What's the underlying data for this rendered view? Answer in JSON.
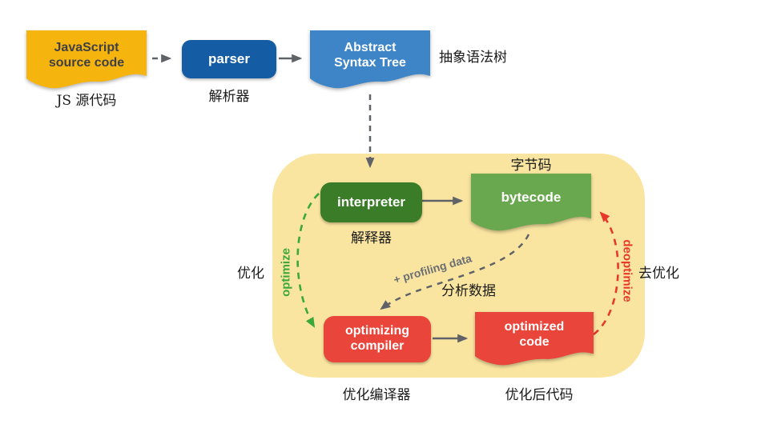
{
  "diagram": {
    "nodes": {
      "js_source": {
        "line1": "JavaScript",
        "line2": "source code",
        "caption": "JS 源代码",
        "color": "#F6B40F",
        "text_color": "#3F4045"
      },
      "parser": {
        "label": "parser",
        "caption": "解析器",
        "color": "#145CA4"
      },
      "ast": {
        "line1": "Abstract",
        "line2": "Syntax Tree",
        "caption": "抽象语法树",
        "color": "#3D85C6"
      },
      "interpreter": {
        "label": "interpreter",
        "caption": "解释器",
        "color": "#3A7C28"
      },
      "bytecode": {
        "label": "bytecode",
        "caption": "字节码",
        "color": "#6AA84F"
      },
      "optimizing_compiler": {
        "line1": "optimizing",
        "line2": "compiler",
        "caption": "优化编译器",
        "color": "#E9453A"
      },
      "optimized_code": {
        "line1": "optimized",
        "line2": "code",
        "caption": "优化后代码",
        "color": "#E9453A"
      }
    },
    "edges": {
      "optimize": {
        "label": "optimize",
        "caption": "优化",
        "color": "#3BA83B"
      },
      "deoptimize": {
        "label": "deoptimize",
        "caption": "去优化",
        "color": "#E6392C"
      },
      "profiling": {
        "label": "+ profiling data",
        "caption": "分析数据",
        "color": "#6B6F73"
      }
    },
    "colors": {
      "container": "#FAE5A0",
      "connector": "#5F6368",
      "background": "#FFFFFF"
    }
  }
}
